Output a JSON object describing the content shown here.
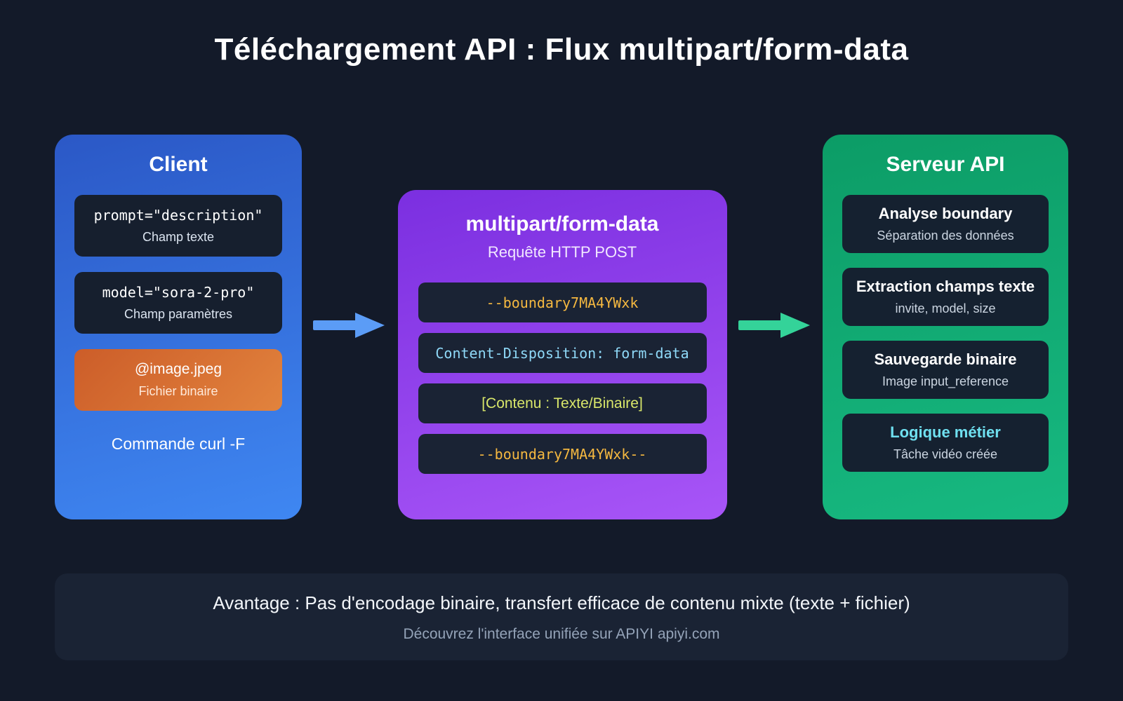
{
  "title": "Téléchargement API : Flux multipart/form-data",
  "client": {
    "title": "Client",
    "items": [
      {
        "line1": "prompt=\"description\"",
        "line2": "Champ texte"
      },
      {
        "line1": "model=\"sora-2-pro\"",
        "line2": "Champ paramètres"
      },
      {
        "line1": "@image.jpeg",
        "line2": "Fichier binaire"
      }
    ],
    "footer": "Commande curl -F"
  },
  "multipart": {
    "title": "multipart/form-data",
    "subtitle": "Requête HTTP POST",
    "rows": [
      {
        "text": "--boundary7MA4YWxk",
        "color": "#f5b840"
      },
      {
        "text": "Content-Disposition: form-data",
        "color": "#8fd9f8"
      },
      {
        "text": "[Contenu : Texte/Binaire]",
        "color": "#d9e76a"
      },
      {
        "text": "--boundary7MA4YWxk--",
        "color": "#f5b840"
      }
    ]
  },
  "server": {
    "title": "Serveur API",
    "items": [
      {
        "line1": "Analyse boundary",
        "line2": "Séparation des données"
      },
      {
        "line1": "Extraction champs texte",
        "line2": "invite, model, size"
      },
      {
        "line1": "Sauvegarde binaire",
        "line2": "Image input_reference"
      },
      {
        "line1": "Logique métier",
        "line2": "Tâche vidéo créée"
      }
    ]
  },
  "footer": {
    "line1": "Avantage : Pas d'encodage binaire, transfert efficace de contenu mixte (texte + fichier)",
    "line2": "Découvrez l'interface unifiée sur APIYI apiyi.com"
  },
  "colors": {
    "background": "#131a29",
    "client_card": "#3f87f2",
    "multipart_card": "#a855f7",
    "server_card": "#17b981",
    "dark_box": "#161f2e",
    "orange_box": "#d96a2e",
    "arrow_blue": "#5b9cf6",
    "arrow_green": "#34d399",
    "amber_text": "#f5b840",
    "cyan_text": "#8fd9f8",
    "lime_text": "#d9e76a",
    "accent_cyan": "#6fe0f0"
  }
}
